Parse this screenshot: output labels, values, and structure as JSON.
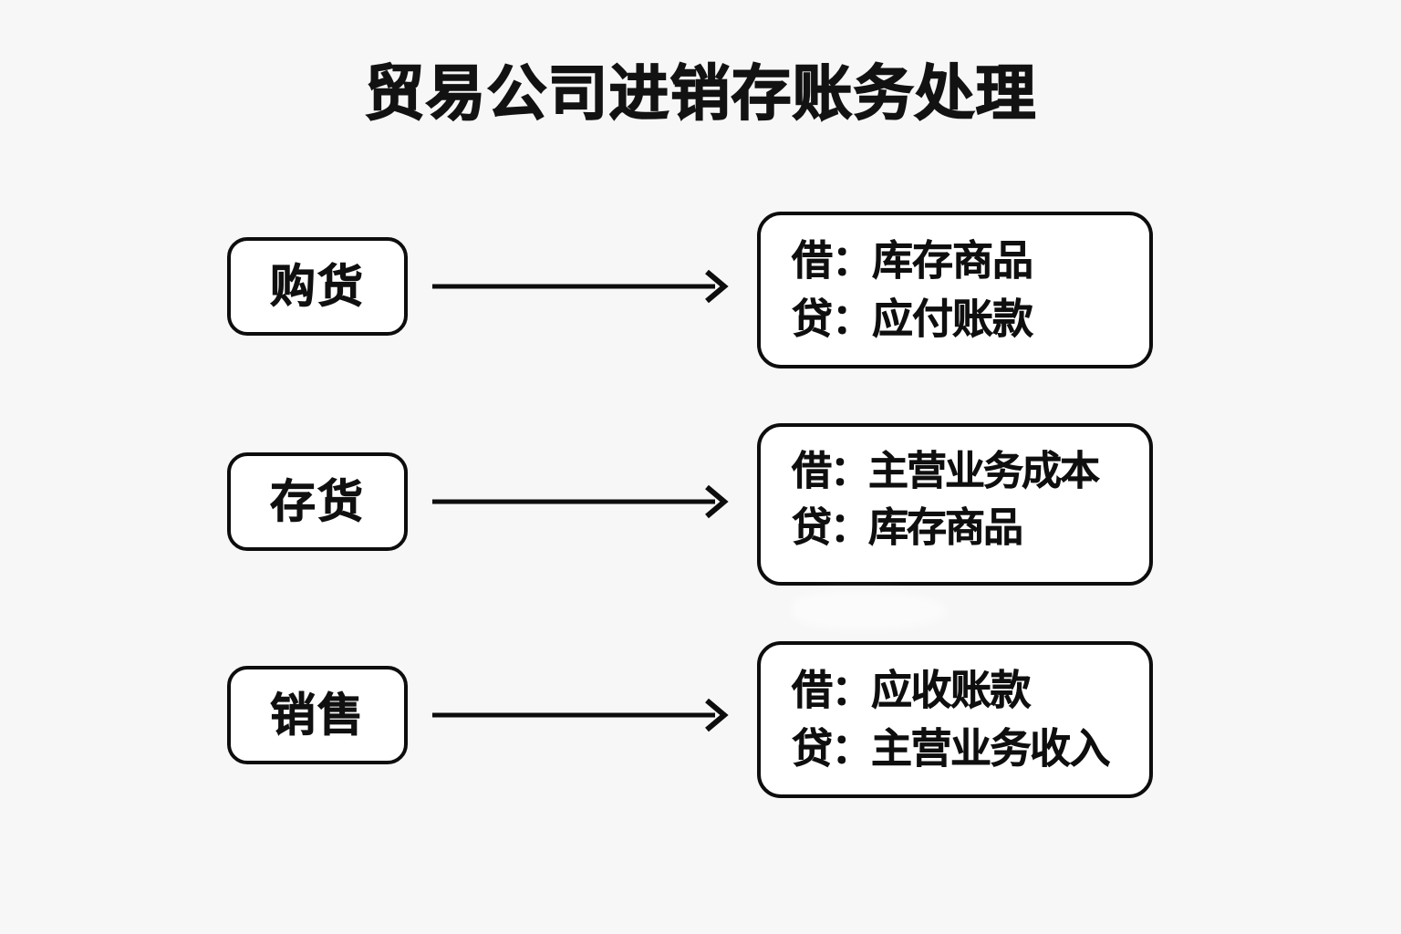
{
  "page": {
    "title": "贸易公司进销存账务处理",
    "background_color": "#f7f7f7",
    "line_color": "#0d0d0d",
    "box_fill_color": "#ffffff",
    "text_color": "#101010"
  },
  "flow": {
    "rows": [
      {
        "stage": "购货",
        "arrow": "arrow-right",
        "entry": {
          "debit": "借：库存商品",
          "credit": "贷：应付账款"
        }
      },
      {
        "stage": "存货",
        "arrow": "arrow-right",
        "entry": {
          "debit": "借：主营业务成本",
          "credit": "贷：库存商品"
        }
      },
      {
        "stage": "销售",
        "arrow": "arrow-right",
        "entry": {
          "debit": "借：应收账款",
          "credit": "贷：主营业务收入"
        }
      }
    ]
  }
}
